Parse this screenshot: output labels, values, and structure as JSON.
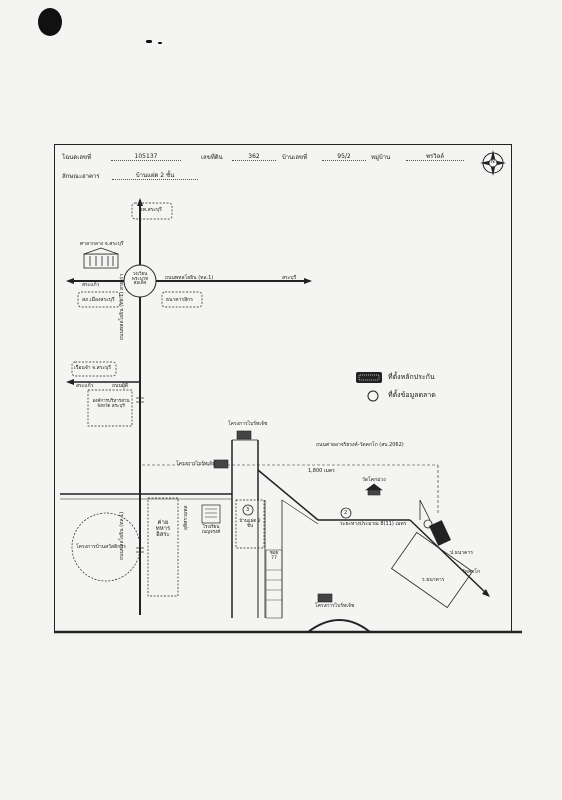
{
  "header": {
    "deed_label": "โฉนดเลขที่",
    "deed_value": "105137",
    "land_no_label": "เลขที่ดิน",
    "land_no_value": "362",
    "house_no_label": "บ้านเลขที่",
    "house_no_value": "95/2",
    "village_label": "หมู่บ้าน",
    "village_value": "พรวิลล์",
    "building_type_label": "ลักษณะอาคาร",
    "building_type_value": "บ้านแฝด 2 ชั้น"
  },
  "compass": {
    "letter": "N"
  },
  "legend": {
    "collateral_label": "ที่ตั้งหลักประกัน",
    "market_label": "ที่ตั้งข้อมูลตลาด"
  },
  "places": {
    "hospital": "รพ.สระบุรี",
    "city_hall": "ศาลากลาง จ.สระบุรี",
    "monument": "วงเวียน พระบาทสมเด็จ",
    "road_phahon": "ถนนพหลโยธิน (ทล.1)",
    "to_saraburi_right": "สระบุรี",
    "to_saraburi_left": "สระแก้ว",
    "police": "สภ.เมืองสระบุรี",
    "bank": "ธนาคารสิกร",
    "to_saraburi_left2": "สระแก้ว",
    "prison": "เรือนจำ จ.สระบุรี",
    "road_side": "ถนนผู้ดี",
    "vertical_road_1": "ถนนพหลโยธิน (ทล.1) สายเก่า",
    "vertical_road_2": "ถนนพหลโยธิน (ทล.1)",
    "district_office": "องค์การบริหารส่วนจังหวัด สระบุรี",
    "project_left": "โครงการบ้านสวัสดิการ",
    "camp": "ค่าย ทหารอิสระ",
    "school": "โรงเรียน เบญจรงค์",
    "subject_house": "บ้านแฝด 2 ชั้น",
    "subject_no": "3",
    "market_no_2": "2",
    "soi_label": "ซอย 77",
    "road_wat": "ถนนค่ายอาจริยรงค์-วัดคกโก (สบ.2062)",
    "distance_1": "1,800 เมตร",
    "distance_2": "ระยะทางประมาณ 8(11) เมตร",
    "temple": "วัดโคกม่วง",
    "project_top": "โครงการไบร์ทเจ้ช",
    "project_mid": "โครงการไบร์ทเจ้ช",
    "project_bottom": "โครงการไบร์ทเจ้ช",
    "side_text": "อุทิศรวมพล",
    "wat_arrow": "วัดคกโก",
    "cemetery": "ป.ธนาคาร",
    "gov_area": "ร.ธนาคาร"
  }
}
